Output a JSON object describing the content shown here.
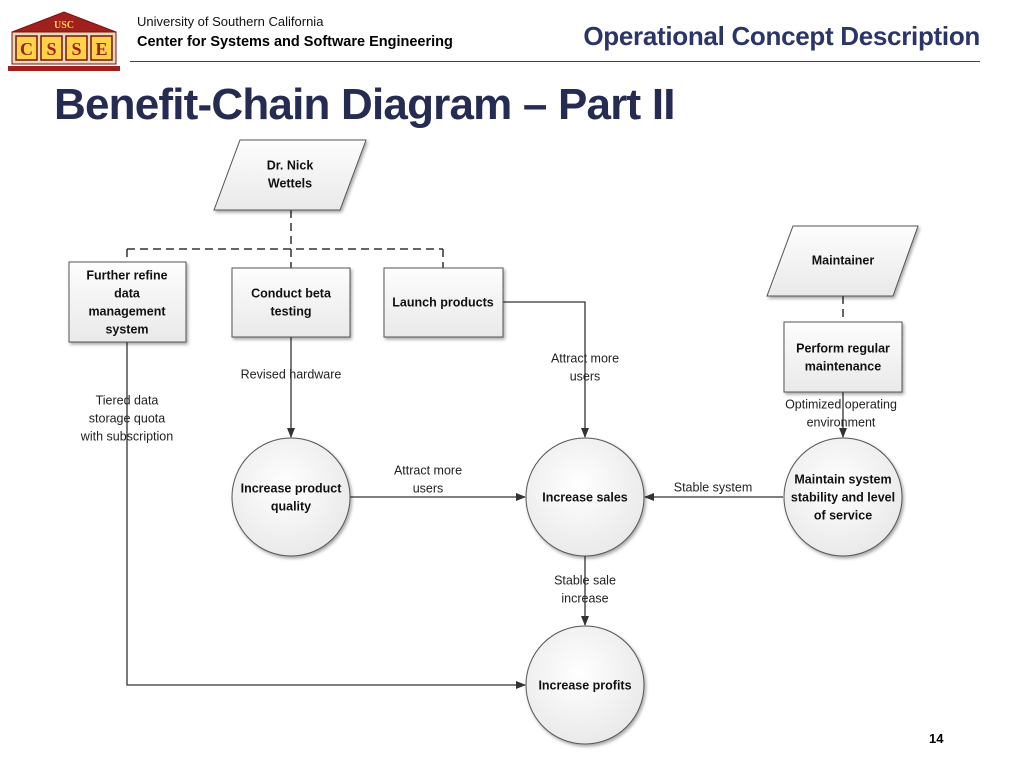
{
  "header": {
    "logo_text": "USC",
    "logo_letters": "CSSE",
    "university": "University of Southern California",
    "center": "Center for Systems and Software Engineering",
    "section": "Operational Concept Description"
  },
  "slide": {
    "title": "Benefit-Chain Diagram – Part II",
    "page_number": "14"
  },
  "diagram": {
    "nodes": {
      "nick_wettels": [
        "Dr. Nick",
        "Wettels"
      ],
      "maintainer": [
        "Maintainer"
      ],
      "refine_data": [
        "Further refine",
        "data",
        "management",
        "system"
      ],
      "beta_testing": [
        "Conduct beta",
        "testing"
      ],
      "launch_products": [
        "Launch products"
      ],
      "regular_maintenance": [
        "Perform regular",
        "maintenance"
      ],
      "product_quality": [
        "Increase product",
        "quality"
      ],
      "increase_sales": [
        "Increase sales"
      ],
      "system_stability": [
        "Maintain system",
        "stability and level",
        "of service"
      ],
      "increase_profits": [
        "Increase profits"
      ]
    },
    "edges": {
      "revised_hardware": [
        "Revised hardware"
      ],
      "tiered_storage": [
        "Tiered data",
        "storage quota",
        "with subscription"
      ],
      "attract_users_launch": [
        "Attract more",
        "users"
      ],
      "attract_users_quality": [
        "Attract more",
        "users"
      ],
      "optimized_env": [
        "Optimized operating",
        "environment"
      ],
      "stable_system": [
        "Stable system"
      ],
      "stable_sale": [
        "Stable sale",
        "increase"
      ]
    }
  }
}
